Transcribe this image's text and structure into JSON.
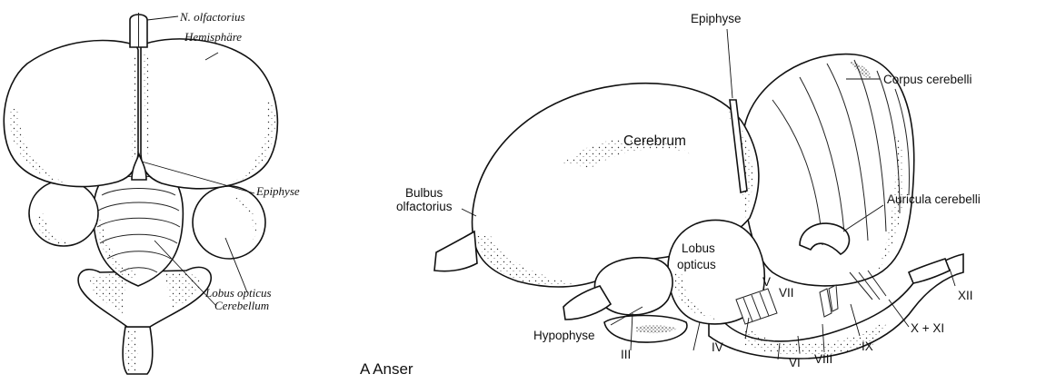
{
  "dorsal_view": {
    "labels": {
      "n_olfactorius": "N. olfactorius",
      "hemisphaere": "Hemisphäre",
      "epiphyse": "Epiphyse",
      "lobus_opticus": "Lobus opticus",
      "cerebellum": "Cerebellum"
    }
  },
  "lateral_view": {
    "labels": {
      "epiphyse": "Epiphyse",
      "corpus_cerebelli": "Corpus cerebelli",
      "cerebrum": "Cerebrum",
      "auricula_cerebelli": "Auricula cerebelli",
      "bulbus_line1": "Bulbus",
      "bulbus_line2": "olfactorius",
      "lobus_line1": "Lobus",
      "lobus_line2": "opticus",
      "hypophyse": "Hypophyse"
    },
    "cranial_nerves": {
      "n3": "III",
      "n4": "IV",
      "n5": "V",
      "n6": "VI",
      "n7": "VII",
      "n8": "VIII",
      "n9": "IX",
      "n10_11": "X + XI",
      "n12": "XII"
    }
  },
  "caption": "A Anser"
}
